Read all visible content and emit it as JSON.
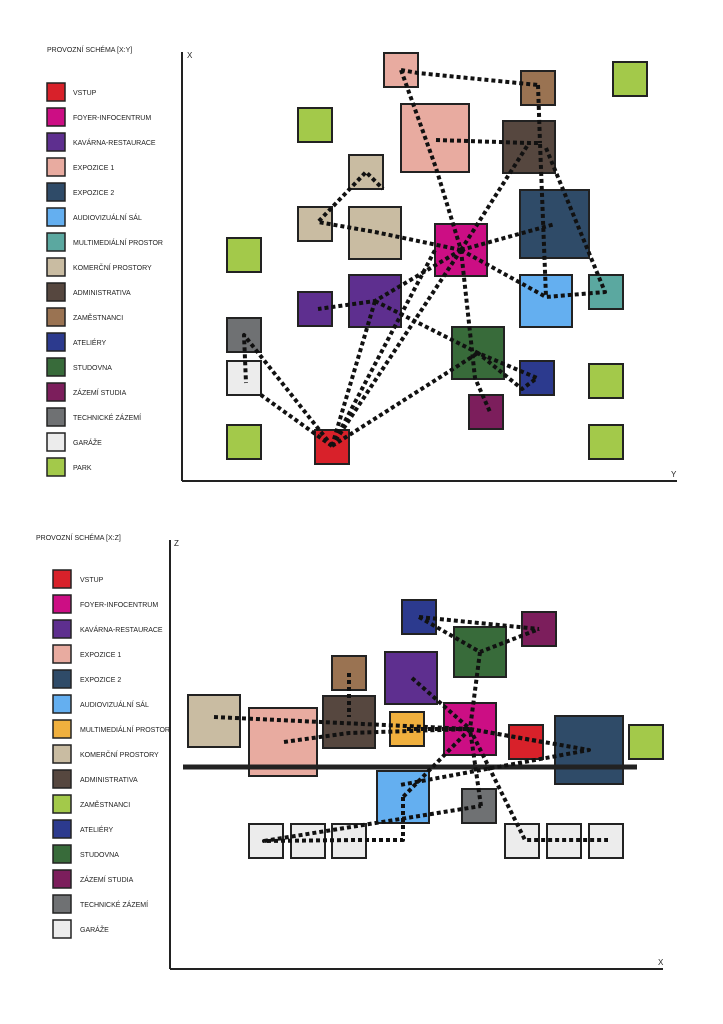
{
  "colors": {
    "vstup": "#d8212a",
    "foyer": "#cc0e84",
    "kavarna": "#5e2f8f",
    "expozice1": "#e8aba0",
    "expozice2": "#2f4b68",
    "audio": "#64aff0",
    "multimedia_top": "#5ba8a0",
    "multimedia_bottom": "#f0b03e",
    "komercni": "#c9bca2",
    "administrativa": "#56473f",
    "zamestnanci_top": "#9a7352",
    "zamestnanci_bottom": "#a3c94a",
    "ateliery": "#2c3a8e",
    "studovna": "#386b3a",
    "zazemi_studia": "#7c1e5c",
    "technicke": "#6f7173",
    "garaze": "#ececec",
    "park": "#a3c94a",
    "outline": "#222222",
    "path": "#111111"
  },
  "top": {
    "title": "PROVOZNÍ SCHÉMA [X:Y]",
    "axis_x": "X",
    "axis_y": "Y",
    "legend": [
      {
        "label": "VSTUP",
        "color": "vstup"
      },
      {
        "label": "FOYER-INFOCENTRUM",
        "color": "foyer"
      },
      {
        "label": "KAVÁRNA-RESTAURACE",
        "color": "kavarna"
      },
      {
        "label": " EXPOZICE 1",
        "color": "expozice1"
      },
      {
        "label": "EXPOZICE 2",
        "color": "expozice2"
      },
      {
        "label": "AUDIOVIZUÁLNÍ SÁL",
        "color": "audio"
      },
      {
        "label": "MULTIMEDIÁLNÍ PROSTOR",
        "color": "multimedia_top"
      },
      {
        "label": "KOMERČNÍ PROSTORY",
        "color": "komercni"
      },
      {
        "label": "ADMINISTRATIVA",
        "color": "administrativa"
      },
      {
        "label": "ZAMĚSTNANCI",
        "color": "zamestnanci_top"
      },
      {
        "label": "ATELIÉRY",
        "color": "ateliery"
      },
      {
        "label": "STUDOVNA",
        "color": "studovna"
      },
      {
        "label": "ZÁZEMÍ STUDIA",
        "color": "zazemi_studia"
      },
      {
        "label": "TECHNICKÉ ZÁZEMÍ",
        "color": "technicke"
      },
      {
        "label": "GARÁŽE",
        "color": "garaze"
      },
      {
        "label": "PARK",
        "color": "park"
      }
    ]
  },
  "bottom": {
    "title": "PROVOZNÍ SCHÉMA [X:Z]",
    "axis_z": "Z",
    "axis_x": "X",
    "legend": [
      {
        "label": "VSTUP",
        "color": "vstup"
      },
      {
        "label": "FOYER-INFOCENTRUM",
        "color": "foyer"
      },
      {
        "label": "KAVÁRNA-RESTAURACE",
        "color": "kavarna"
      },
      {
        "label": "EXPOZICE 1",
        "color": "expozice1"
      },
      {
        "label": "EXPOZICE 2",
        "color": "expozice2"
      },
      {
        "label": "AUDIOVIZUÁLNÍ SÁL",
        "color": "audio"
      },
      {
        "label": "MULTIMEDIÁLNÍ PROSTOR",
        "color": "multimedia_bottom"
      },
      {
        "label": "KOMERČNÍ PROSTORY",
        "color": "komercni"
      },
      {
        "label": "ADMINISTRATIVA",
        "color": "administrativa"
      },
      {
        "label": "ZAMĚSTNANCI",
        "color": "zamestnanci_bottom"
      },
      {
        "label": "ATELIÉRY",
        "color": "ateliery"
      },
      {
        "label": "STUDOVNA",
        "color": "studovna"
      },
      {
        "label": "ZÁZEMÍ STUDIA",
        "color": "zazemi_studia"
      },
      {
        "label": "TECHNICKÉ ZÁZEMÍ",
        "color": "technicke"
      },
      {
        "label": "GARÁŽE",
        "color": "garaze"
      }
    ]
  }
}
